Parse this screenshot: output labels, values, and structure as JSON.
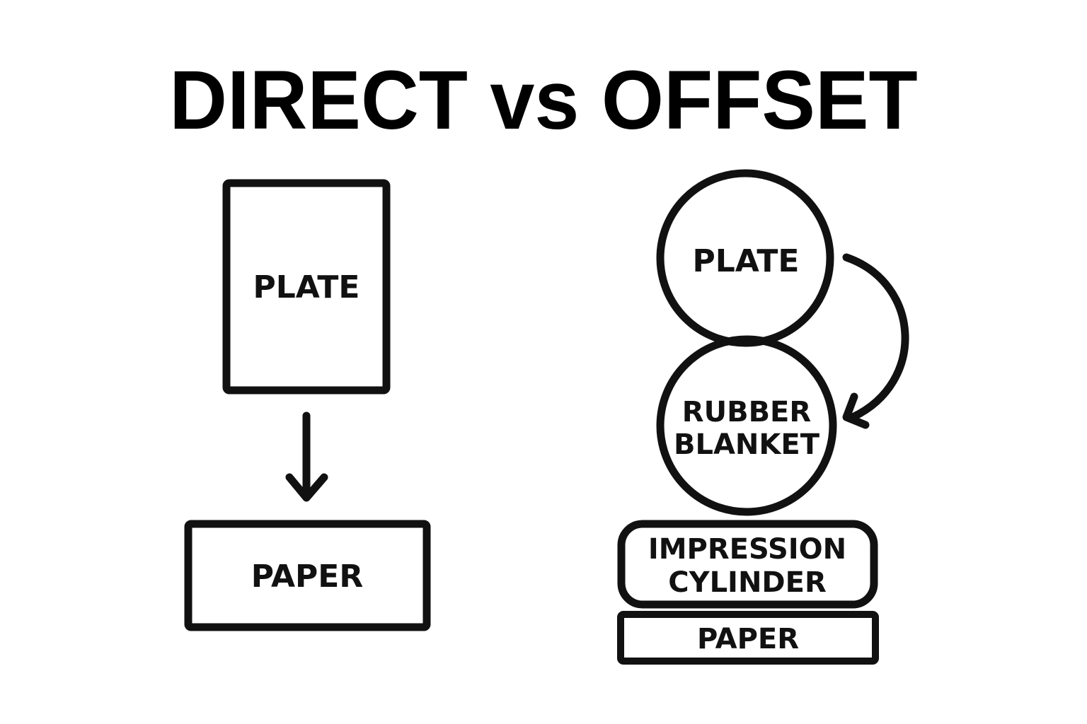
{
  "title": "DIRECT vs OFFSET",
  "direct": {
    "plate_label": "PLATE",
    "paper_label": "PAPER",
    "flow": "plate-to-paper"
  },
  "offset": {
    "plate_label": "PLATE",
    "blanket_label_line1": "RUBBER",
    "blanket_label_line2": "BLANKET",
    "impression_label_line1": "IMPRESSION",
    "impression_label_line2": "CYLINDER",
    "paper_label": "PAPER",
    "flow": "plate-to-blanket"
  },
  "colors": {
    "stroke": "#111111",
    "background": "#ffffff"
  }
}
